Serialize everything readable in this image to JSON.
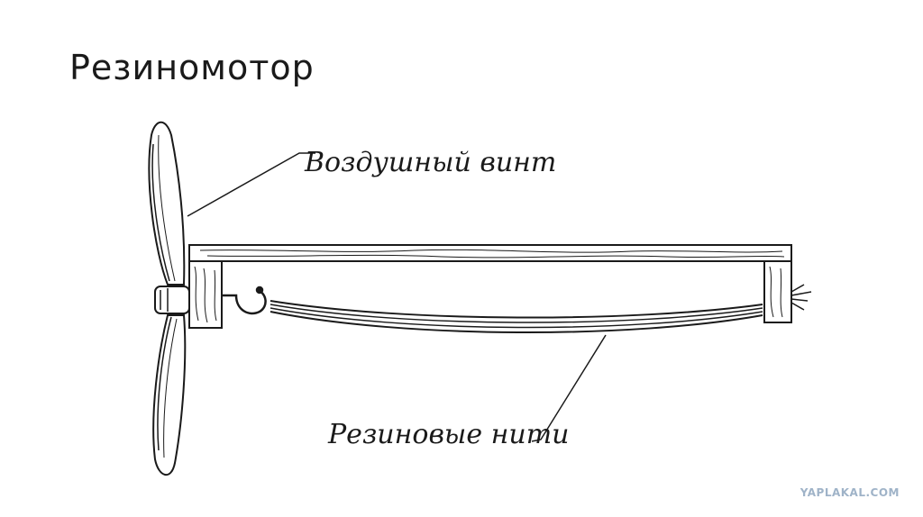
{
  "slide": {
    "title": "Резиномотор"
  },
  "diagram": {
    "labels": {
      "propeller": "Воздушный винт",
      "rubber_strands": "Резиновые нити"
    }
  },
  "watermark": {
    "text": "YAPLAKAL.COM",
    "color": "#9fb3c8"
  },
  "colors": {
    "ink": "#1a1a1a",
    "background": "#ffffff"
  }
}
